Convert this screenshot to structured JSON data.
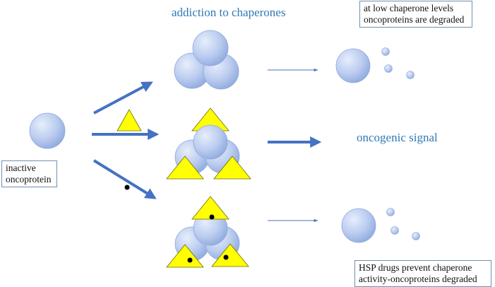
{
  "labels": {
    "addiction": "addiction to chaperones",
    "oncogenic_signal": "oncogenic signal"
  },
  "boxes": {
    "inactive": {
      "line1": "inactive",
      "line2": "oncoprotein"
    },
    "low_chaperone": {
      "line1": "at low chaperone levels",
      "line2": "oncoproteins are degraded"
    },
    "hsp_drugs": {
      "line1": "HSP drugs prevent chaperone",
      "line2": "activity-oncoproteins degraded"
    }
  },
  "colors": {
    "label_blue": "#2f79b4",
    "arrow_blue": "#4472c4",
    "sphere_light": "#dde7fb",
    "sphere_dark": "#8ea9dd",
    "chaperone_yellow": "#ffff00",
    "drug_dot": "#000000"
  }
}
